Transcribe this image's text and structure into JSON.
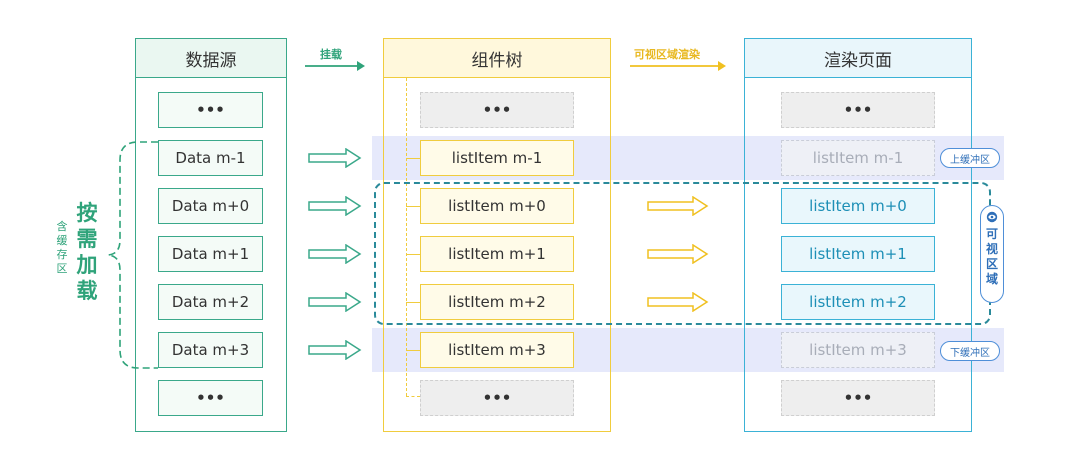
{
  "columns": {
    "data_source": "数据源",
    "component_tree": "组件树",
    "render_page": "渲染页面"
  },
  "arrow_labels": {
    "mount": "挂载",
    "visible_render": "可视区域渲染"
  },
  "ellipsis": "•••",
  "data_items": [
    "Data m-1",
    "Data m+0",
    "Data m+1",
    "Data m+2",
    "Data m+3"
  ],
  "tree_items": [
    "listItem m-1",
    "listItem m+0",
    "listItem m+1",
    "listItem m+2",
    "listItem m+3"
  ],
  "render_items": [
    "listItem m-1",
    "listItem m+0",
    "listItem m+1",
    "listItem m+2",
    "listItem m+3"
  ],
  "tags": {
    "upper_buffer": "上缓冲区",
    "lower_buffer": "下缓冲区",
    "visible_area": "可视区域"
  },
  "left_labels": {
    "on_demand": "按需加载",
    "with_cache": "含缓存区"
  },
  "colors": {
    "green": "#3aa88a",
    "yellow": "#f0cc3e",
    "blue": "#3bb2d6",
    "buffer_band": "#e3e7fb",
    "visible_border": "#2a8a9a"
  }
}
